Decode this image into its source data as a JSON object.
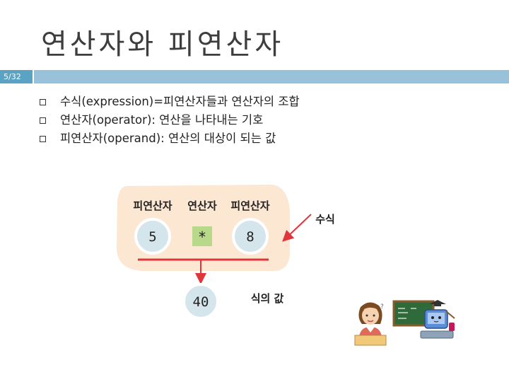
{
  "slide": {
    "title": "연산자와 피연산자",
    "page": "5/32",
    "bullets": [
      "수식(expression)=피연산자들과 연산자의 조합",
      "연산자(operator): 연산을 나타내는 기호",
      "피연산자(operand): 연산의 대상이 되는 값"
    ]
  },
  "diagram": {
    "header_left": "피연산자",
    "header_middle": "연산자",
    "header_right": "피연산자",
    "left_operand": "5",
    "operator": "*",
    "right_operand": "8",
    "result": "40",
    "expression_label": "수식",
    "result_label": "식의 값"
  },
  "colors": {
    "accent_dark": "#5aa3c4",
    "accent_light": "#98c2da",
    "panel": "#fbe7d2",
    "arrow": "#e0353a",
    "operator_box": "#b8d98a"
  }
}
